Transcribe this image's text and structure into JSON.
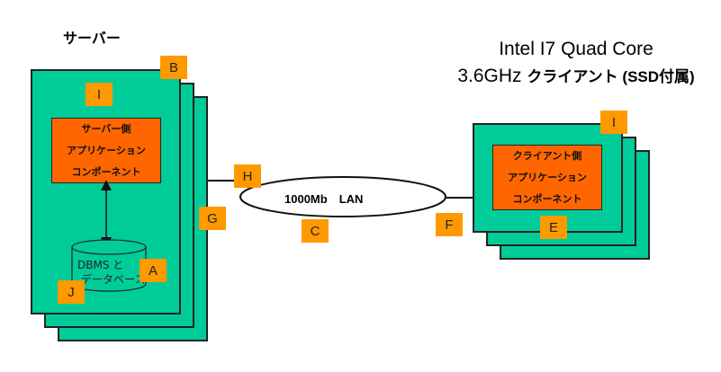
{
  "server": {
    "title": "サーバー",
    "component": [
      "サーバー側",
      "アプリケーション",
      "コンポーネント"
    ],
    "db": [
      "DBMS と",
      "データベース"
    ]
  },
  "client": {
    "title_line1": "Intel I7 Quad Core",
    "title_line2_prefix": "3.6GHz",
    "title_line2_suffix": "クライアント (SSD付属)",
    "component": [
      "クライアント側",
      "アプリケーション",
      "コンポーネント"
    ]
  },
  "network": {
    "label": "1000Mb　LAN"
  },
  "tags": {
    "a": "A",
    "b": "B",
    "c": "C",
    "e": "E",
    "f": "F",
    "g": "G",
    "h": "H",
    "i_server": "I",
    "i_client": "I",
    "j": "J"
  },
  "colors": {
    "box": "#00cc99",
    "component": "#ff6600",
    "tag": "#ff9900"
  }
}
